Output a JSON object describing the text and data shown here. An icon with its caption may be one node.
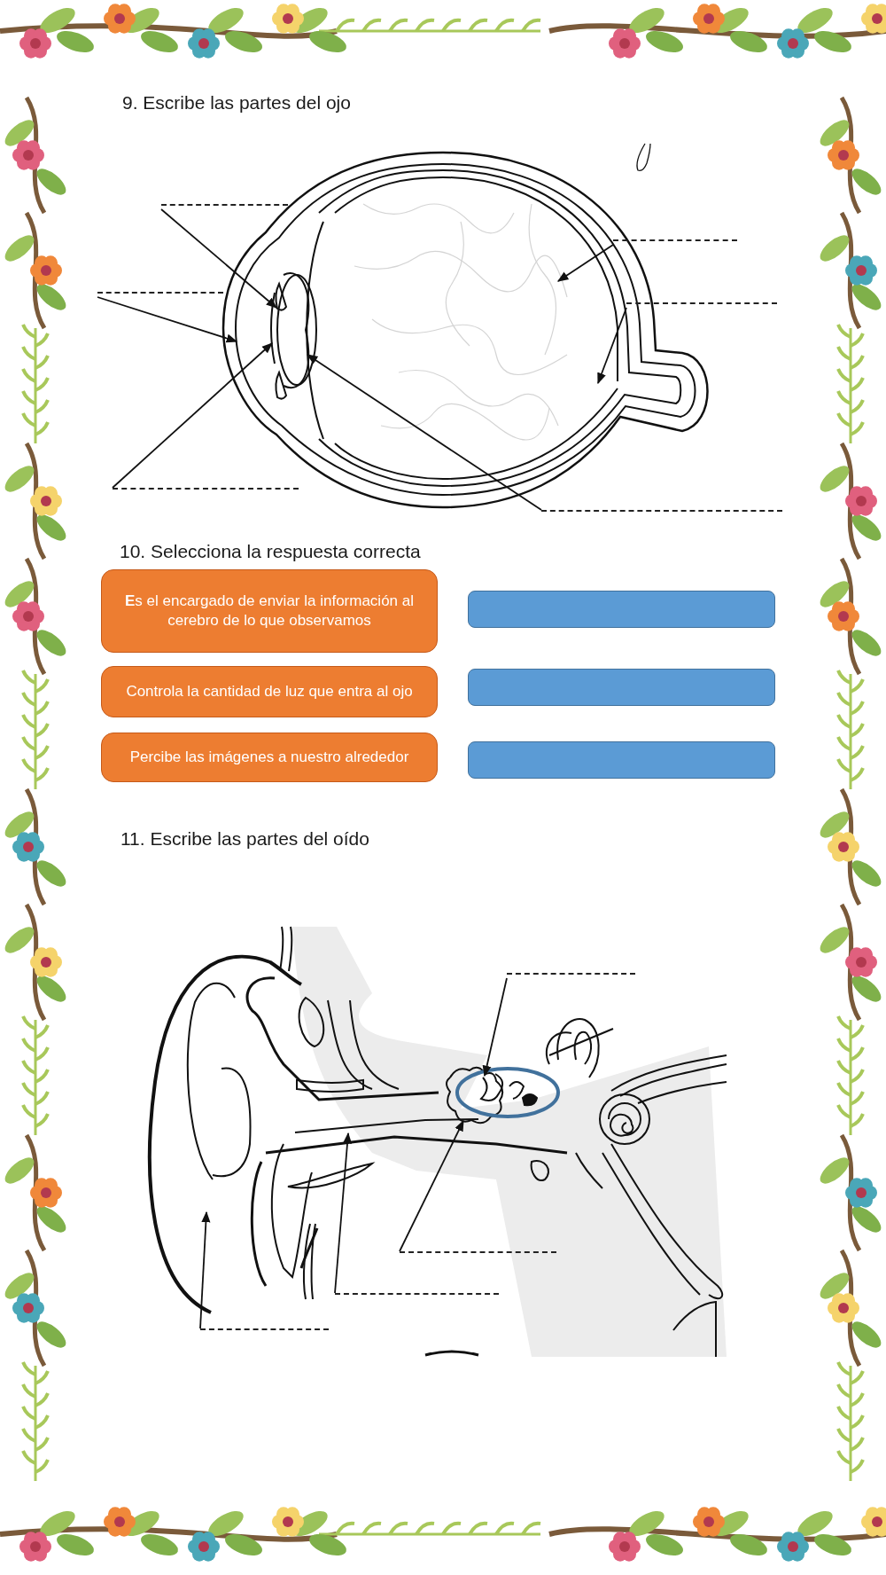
{
  "diagram": {
    "nodes": [
      {
        "text": [],
        "shape": "line"
      },
      {
        "text": [],
        "shape": "line"
      },
      {
        "text": [],
        "shape": "line"
      },
      {
        "text": [],
        "shape": "line"
      },
      {
        "text": [],
        "shape": "line"
      },
      {
        "text": [],
        "shape": "line"
      },
      {
        "text": [
          "**E**s el encargado de enviar la información al cerebro de lo que observamos"
        ]
      },
      {
        "text": [],
        "shape": "box"
      },
      {
        "text": [
          "Controla la cantidad de luz que entra al ojo"
        ]
      },
      {
        "text": [],
        "shape": "box"
      },
      {
        "text": [
          "Percibe las imágenes a nuestro alrededor"
        ]
      },
      {
        "text": [],
        "shape": "box"
      },
      {
        "text": [],
        "shape": "line"
      },
      {
        "text": [],
        "shape": "line"
      },
      {
        "text": [],
        "shape": "line"
      },
      {
        "text": [],
        "shape": "line"
      }
    ],
    "edges": [
      {
        "from": 0,
        "to": null,
        "arrow": "to"
      },
      {
        "from": 1,
        "to": null,
        "arrow": "to"
      },
      {
        "from": 2,
        "to": null,
        "arrow": "to"
      },
      {
        "from": 3,
        "to": null,
        "arrow": "to"
      },
      {
        "from": 4,
        "to": null,
        "arrow": "to"
      },
      {
        "from": 5,
        "to": null,
        "arrow": "to"
      },
      {
        "from": 12,
        "to": null,
        "arrow": "to"
      },
      {
        "from": 13,
        "to": null,
        "arrow": "to"
      },
      {
        "from": 14,
        "to": null,
        "arrow": "to"
      },
      {
        "from": 15,
        "to": null,
        "arrow": "to"
      }
    ],
    "labels": [
      "9. Escribe las partes del ojo",
      "10. Selecciona la respuesta correcta",
      "11. Escribe las partes del oído"
    ]
  }
}
